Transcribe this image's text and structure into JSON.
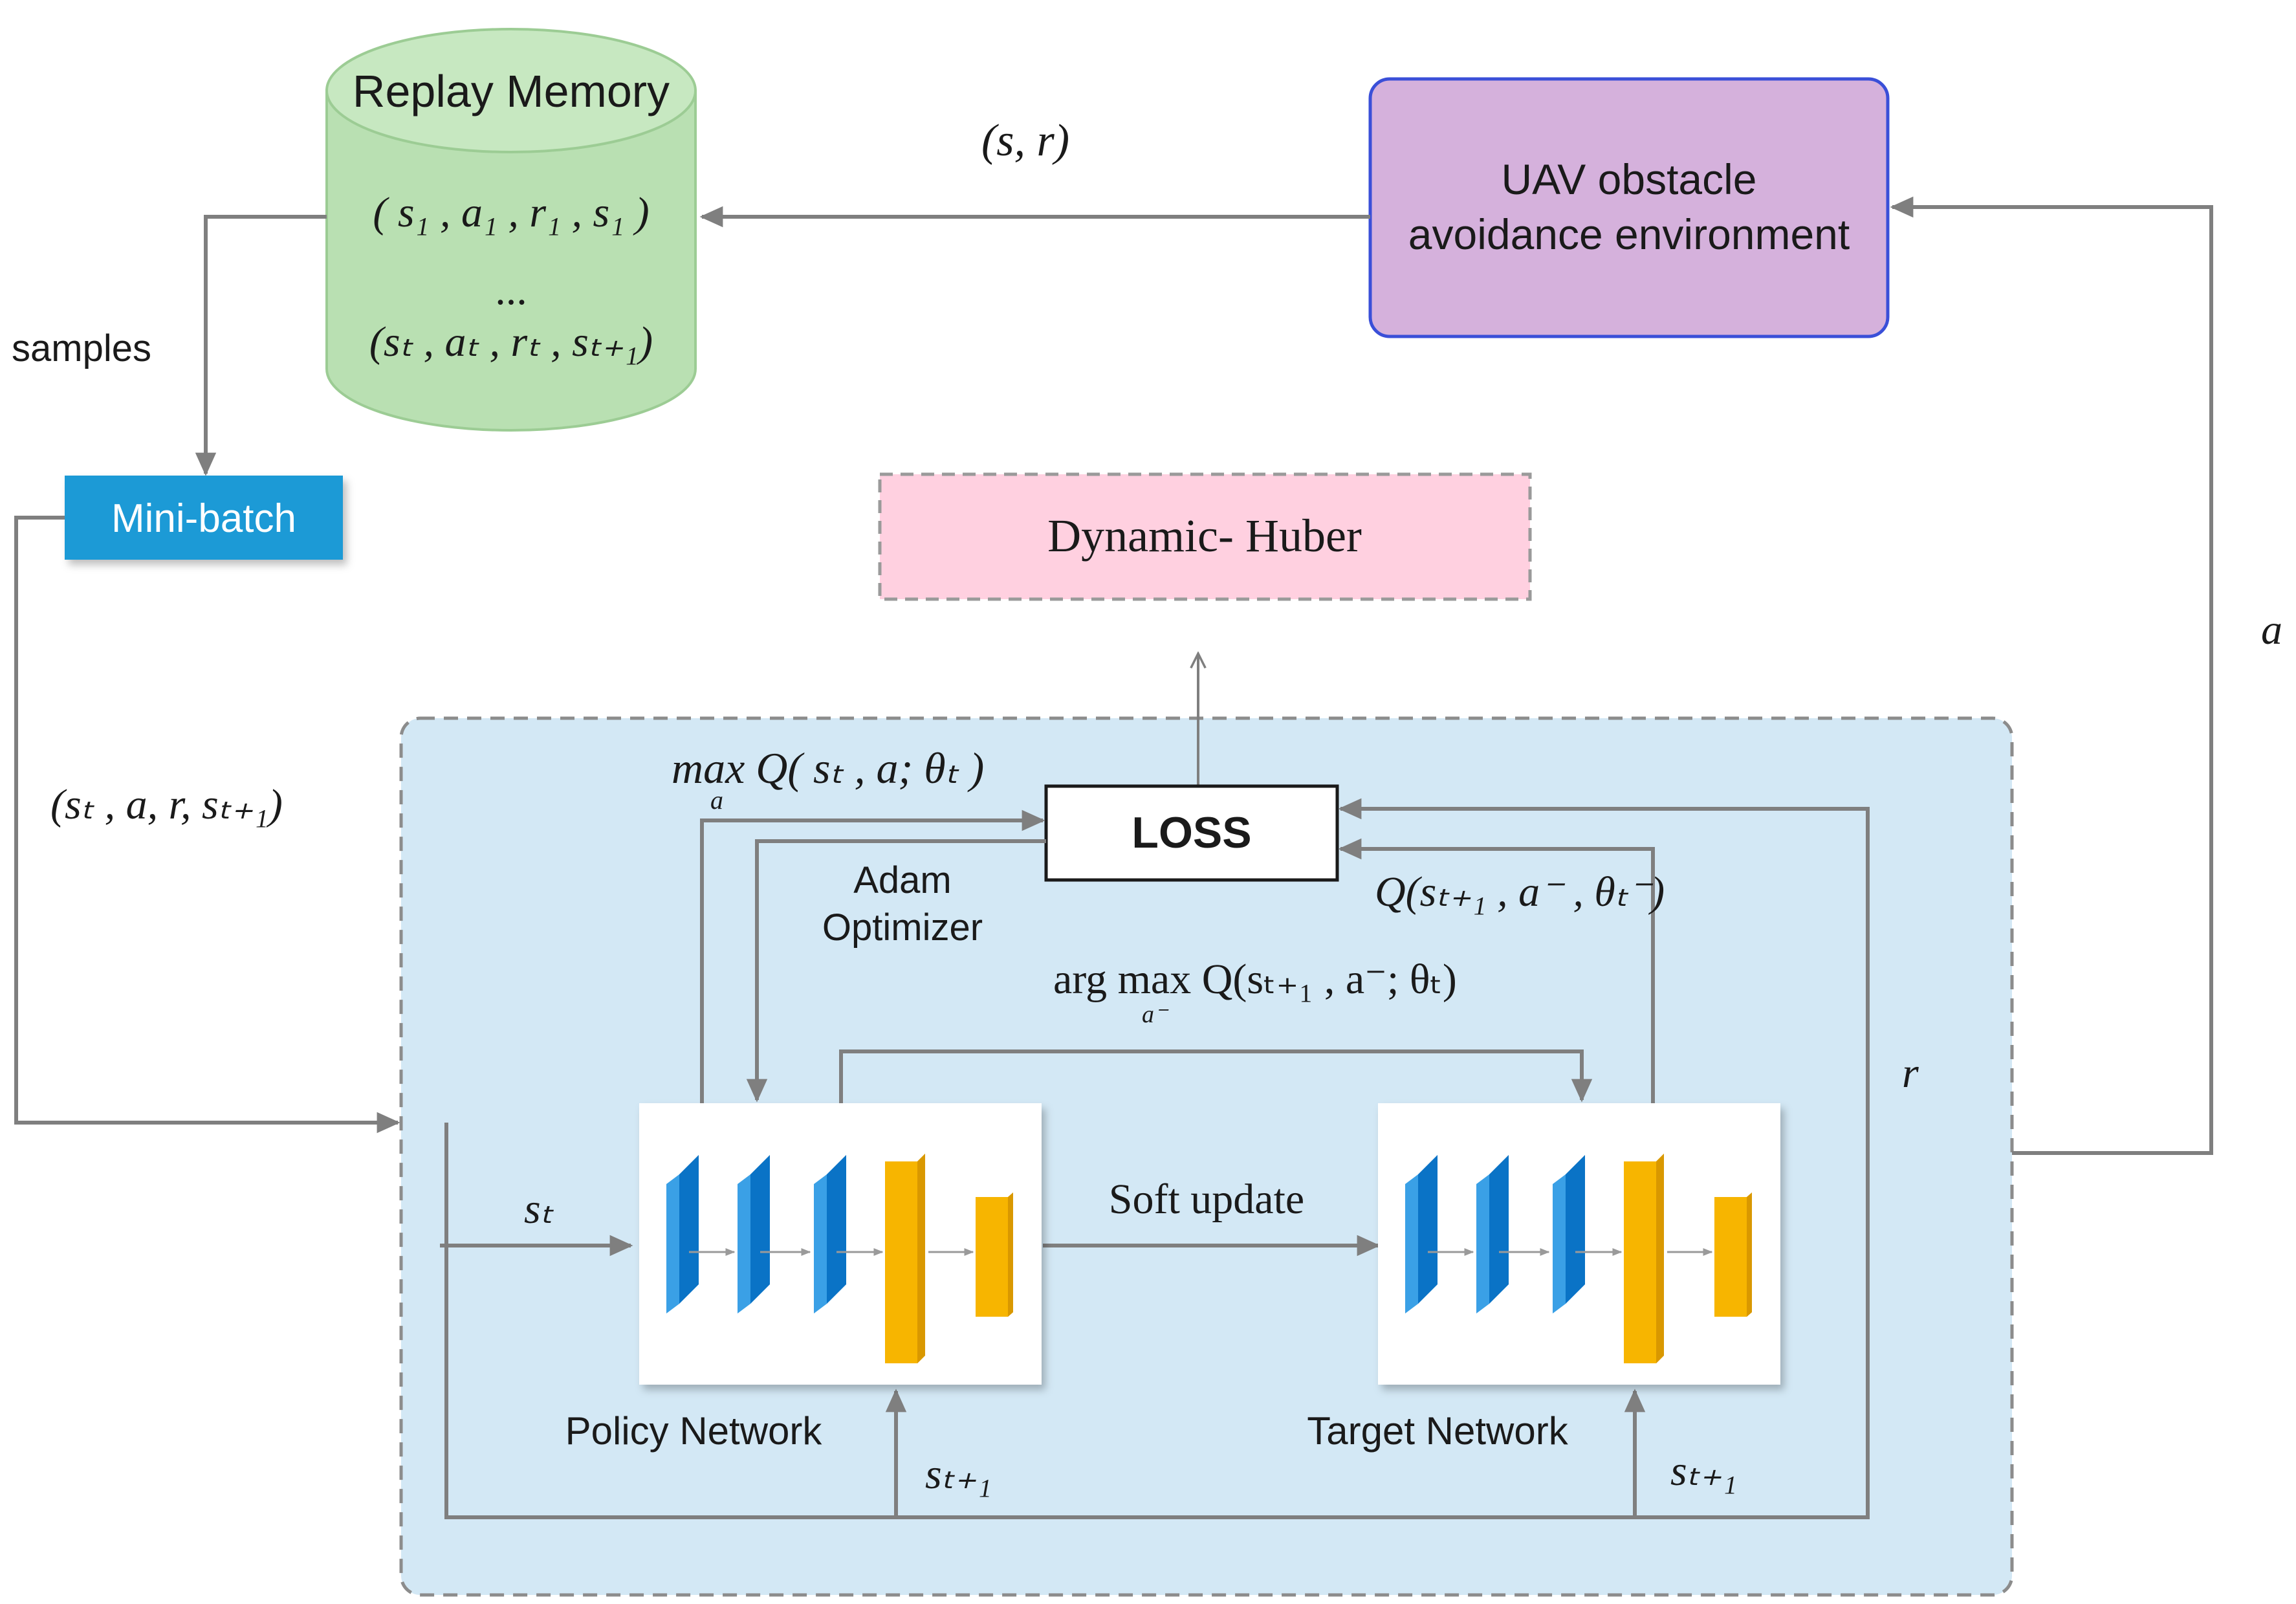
{
  "colors": {
    "memory_fill": "#b9e0b2",
    "env_fill": "#d5b1dc",
    "env_stroke": "#3a4fd8",
    "minibatch_fill": "#1f9ad6",
    "loss_target_fill": "#ffd0e0",
    "panel_fill": "#d3e8f5",
    "blue_layer": "#0a73c6",
    "yellow_layer": "#f7b500",
    "arrow": "#7f7f7f"
  },
  "replay_memory": {
    "title": "Replay Memory",
    "row1": "( s₁ , a₁ , r₁ , s₁ )",
    "dots": "...",
    "row2": "(sₜ , aₜ , rₜ , sₜ₊₁)"
  },
  "environment": {
    "line1": "UAV obstacle",
    "line2": "avoidance environment"
  },
  "labels": {
    "samples": "samples",
    "minibatch": "Mini-batch",
    "dynamic_huber": "Dynamic- Huber",
    "loss": "LOSS",
    "adam_line1": "Adam",
    "adam_line2": "Optimizer",
    "soft_update": "Soft update",
    "policy_network": "Policy Network",
    "target_network": "Target Network"
  },
  "math": {
    "s_r": "(s, r)",
    "a": "a",
    "r": "r",
    "transition": "(sₜ , a, r, sₜ₊₁)",
    "max_q": "max Q( sₜ , a; θₜ )",
    "max_sub": "a",
    "q_target": "Q(sₜ₊₁ , a⁻ , θₜ⁻)",
    "argmax": "arg max Q(sₜ₊₁ , a⁻; θₜ)",
    "argmax_sub": "a⁻",
    "st": "sₜ",
    "st1_policy": "sₜ₊₁",
    "st1_target": "sₜ₊₁"
  }
}
